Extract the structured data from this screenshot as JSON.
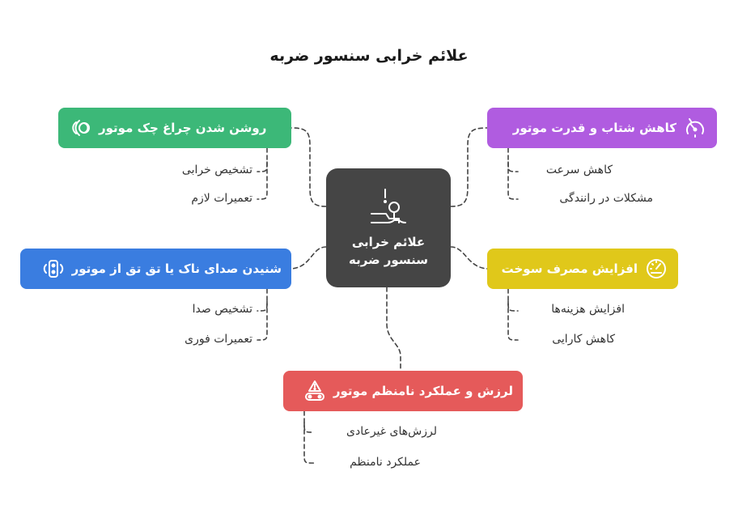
{
  "title": "علائم خرابی سنسور ضربه",
  "center": {
    "label_line1": "علائم خرابی",
    "label_line2": "سنسور ضربه",
    "icon": "sensor-warning-icon",
    "color": "#454545"
  },
  "nodes": [
    {
      "id": "check-engine",
      "label": "روشن شدن چراغ چک موتور",
      "icon": "signal-light-icon",
      "color": "#3cb878",
      "children": [
        "تشخیص خرابی",
        "تعمیرات لازم"
      ]
    },
    {
      "id": "knock-sound",
      "label": "شنیدن صدای ناک یا تق تق از موتور",
      "icon": "engine-sound-icon",
      "color": "#3a7de0",
      "children": [
        "تشخیص صدا",
        "تعمیرات فوری"
      ]
    },
    {
      "id": "power-loss",
      "label": "کاهش شتاب و قدرت موتور",
      "icon": "speedometer-icon",
      "color": "#b05ce0",
      "children": [
        "کاهش سرعت",
        "مشکلات در رانندگی"
      ]
    },
    {
      "id": "fuel-consumption",
      "label": "افزایش مصرف سوخت",
      "icon": "gauge-icon",
      "color": "#e0c81a",
      "children": [
        "افزایش هزینه‌ها",
        "کاهش کارایی"
      ]
    },
    {
      "id": "vibration",
      "label": "لرزش و عملکرد نامنظم موتور",
      "icon": "warning-engine-icon",
      "color": "#e55a5a",
      "children": [
        "لرزش‌های غیرعادی",
        "عملکرد نامنظم"
      ]
    }
  ]
}
